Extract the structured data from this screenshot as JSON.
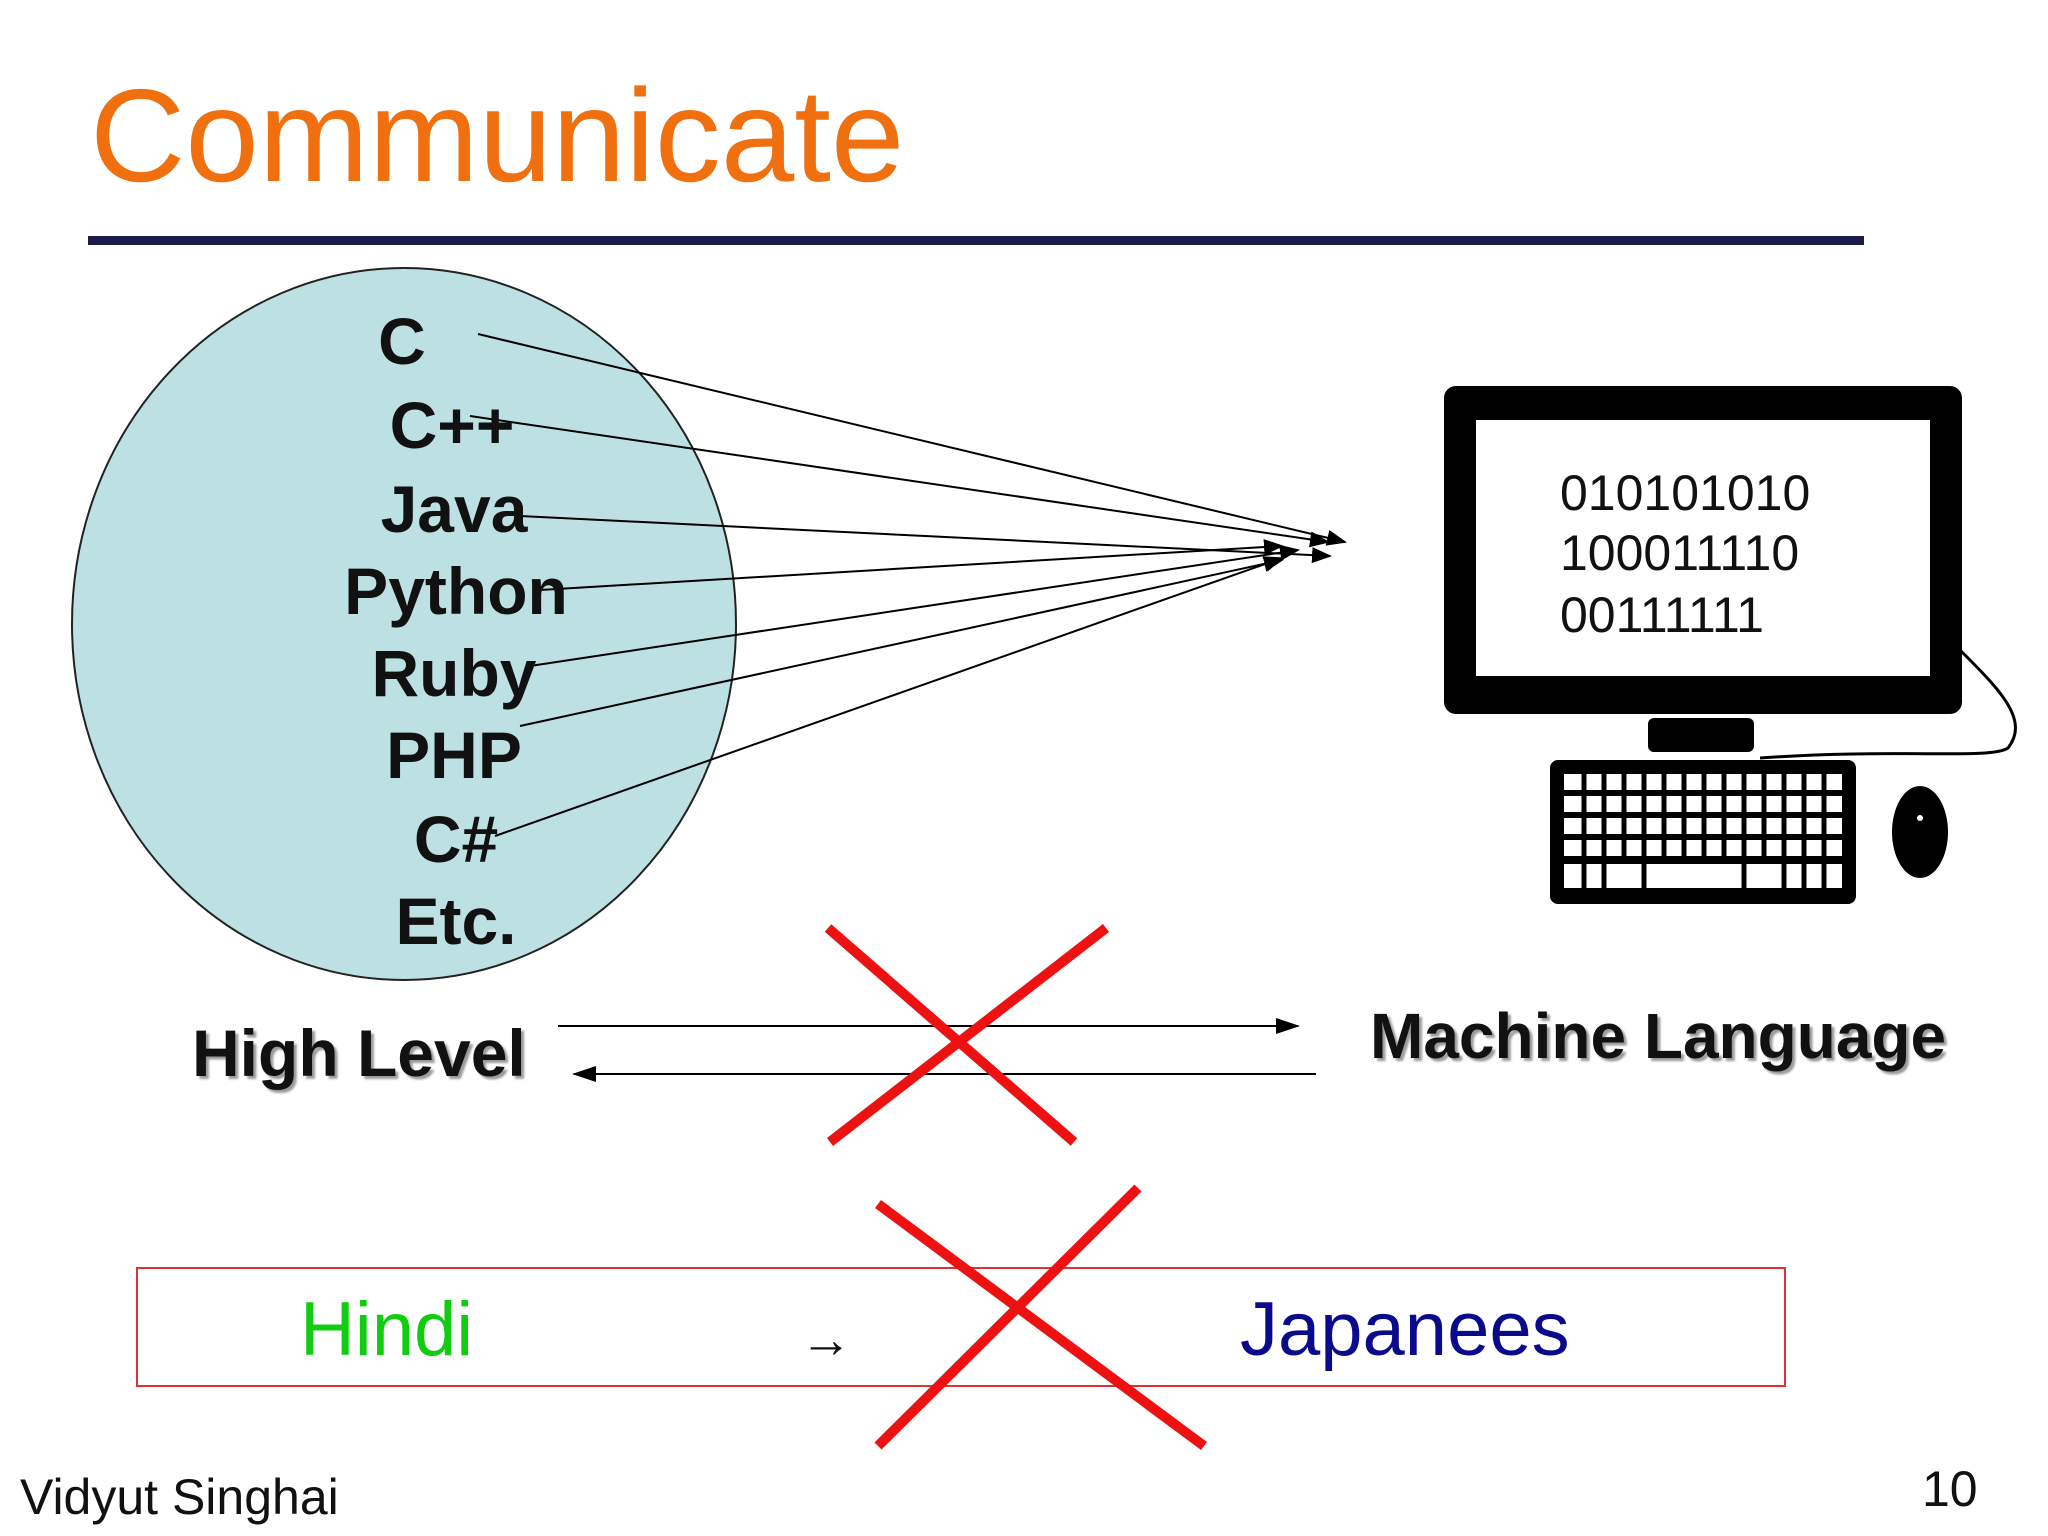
{
  "slide": {
    "title": "Communicate",
    "languages": [
      "C",
      "C++",
      "Java",
      "Python",
      "Ruby",
      "PHP",
      "C#",
      "Etc."
    ],
    "binary_lines": [
      "010101010",
      "100011110",
      "00111111"
    ],
    "high_level_label": "High Level",
    "machine_label": "Machine Language",
    "analogy": {
      "from": "Hindi",
      "arrow": "→",
      "to": "Japanees"
    },
    "author": "Vidyut Singhai",
    "page_number": "10"
  },
  "colors": {
    "title": "#f07010",
    "rule": "#1c1c4a",
    "circle_fill": "#bde0e2",
    "cross": "#ee1111",
    "hindi": "#11cc11",
    "japanese": "#0a0a8c",
    "box_border": "#dd3333"
  },
  "icons": [
    "desktop-computer-icon",
    "keyboard-icon",
    "mouse-icon",
    "red-cross-icon"
  ]
}
